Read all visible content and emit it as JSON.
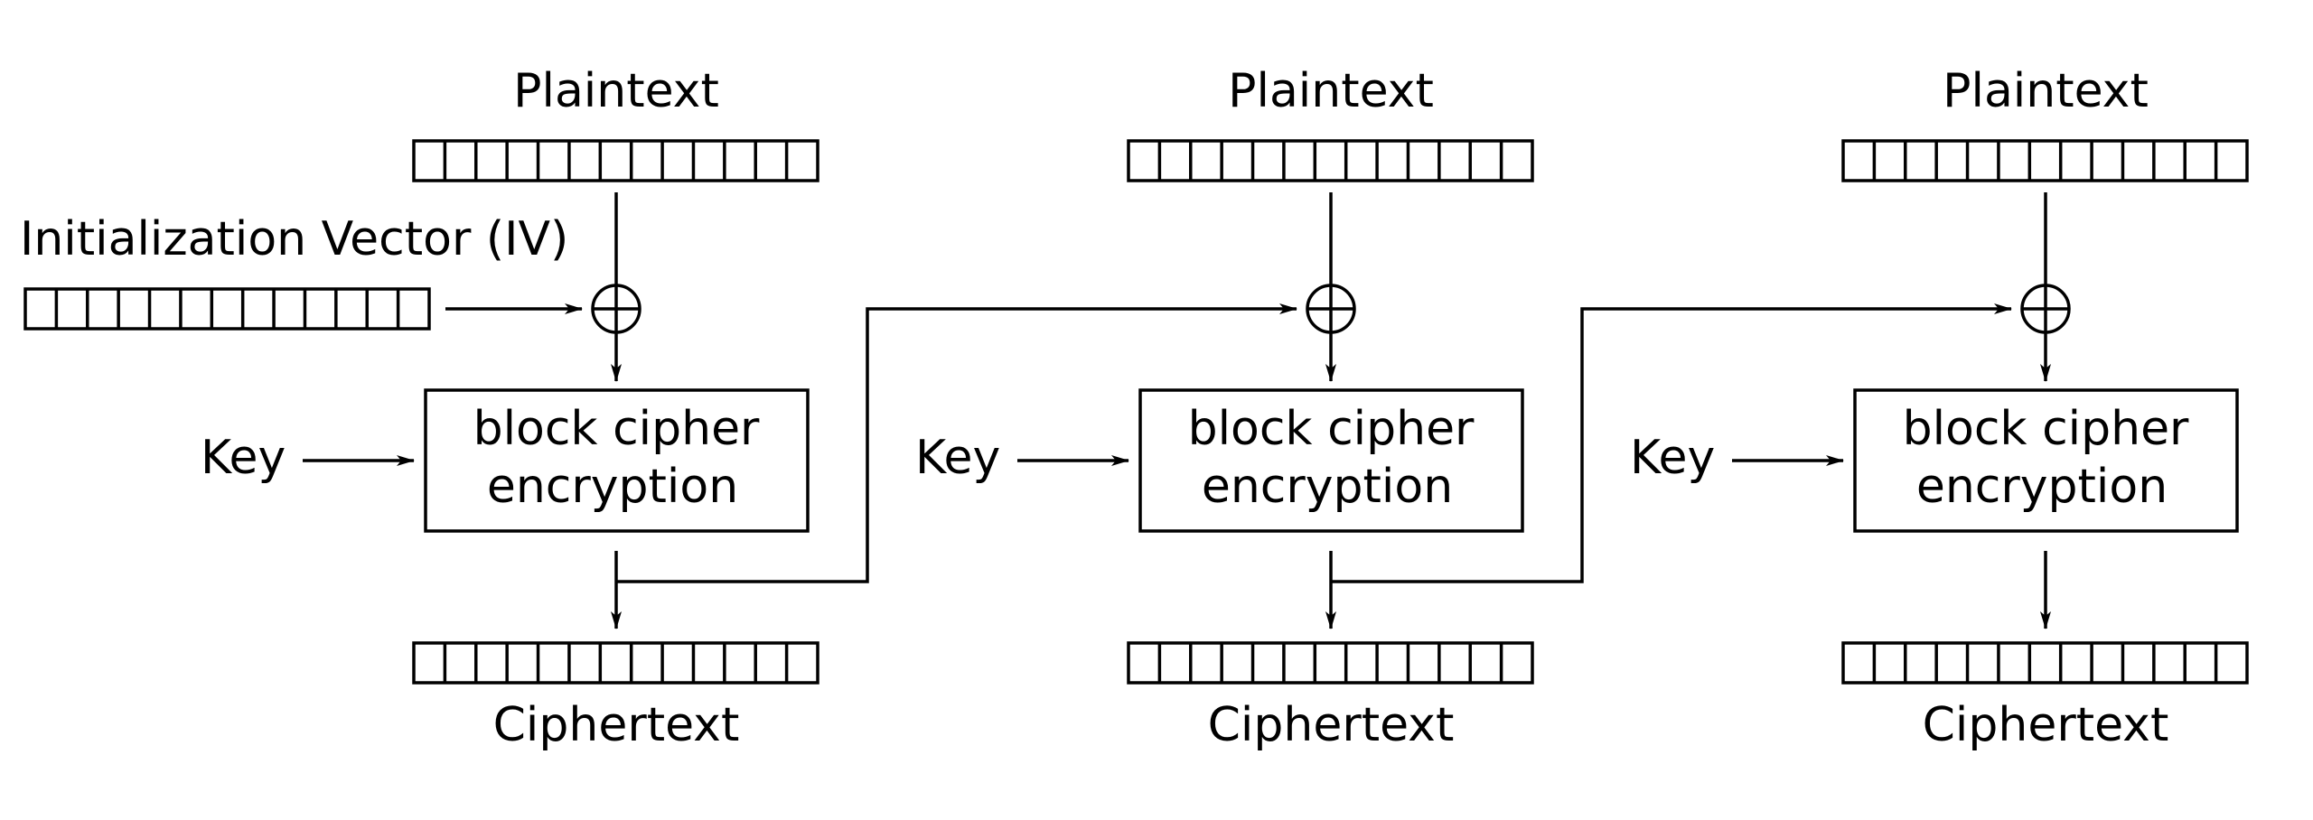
{
  "iv_label": "Initialization Vector (IV)",
  "stages": [
    {
      "plaintext_label": "Plaintext",
      "key_label": "Key",
      "cipher_line1": "block cipher",
      "cipher_line2": "encryption",
      "ciphertext_label": "Ciphertext"
    },
    {
      "plaintext_label": "Plaintext",
      "key_label": "Key",
      "cipher_line1": "block cipher",
      "cipher_line2": "encryption",
      "ciphertext_label": "Ciphertext"
    },
    {
      "plaintext_label": "Plaintext",
      "key_label": "Key",
      "cipher_line1": "block cipher",
      "cipher_line2": "encryption",
      "ciphertext_label": "Ciphertext"
    }
  ],
  "register_cells": 13
}
